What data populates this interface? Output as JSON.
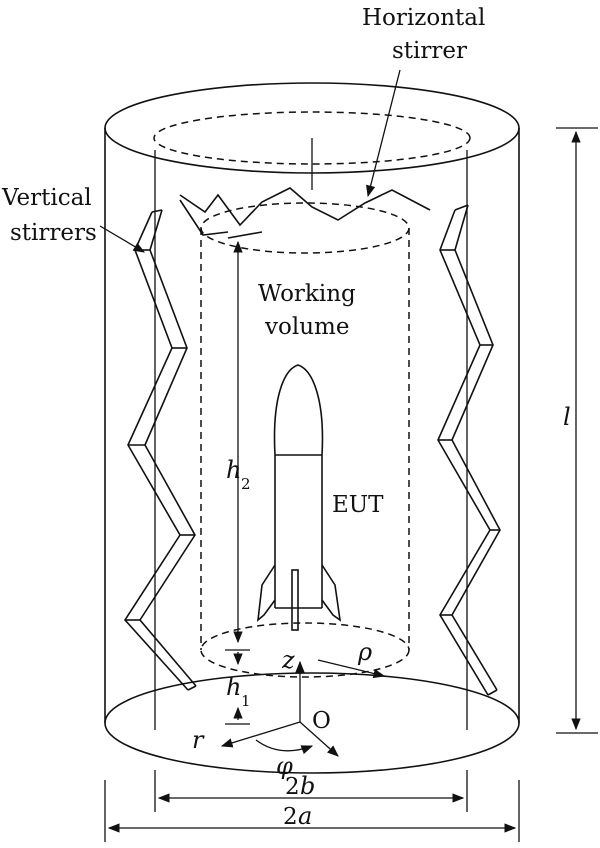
{
  "labels": {
    "horizontal_stirrer_line1": "Horizontal",
    "horizontal_stirrer_line2": "stirrer",
    "vertical_stirrers_line1": "Vertical",
    "vertical_stirrers_line2": "stirrers",
    "working_volume_line1": "Working",
    "working_volume_line2": "volume",
    "eut": "EUT",
    "l": "l",
    "h2": "h",
    "h2_sub": "2",
    "h1": "h",
    "h1_sub": "1",
    "z": "z",
    "rho": "ρ",
    "origin": "O",
    "r": "r",
    "phi": "φ",
    "two_b_num": "2",
    "two_b_var": "b",
    "two_a_num": "2",
    "two_a_var": "a"
  }
}
